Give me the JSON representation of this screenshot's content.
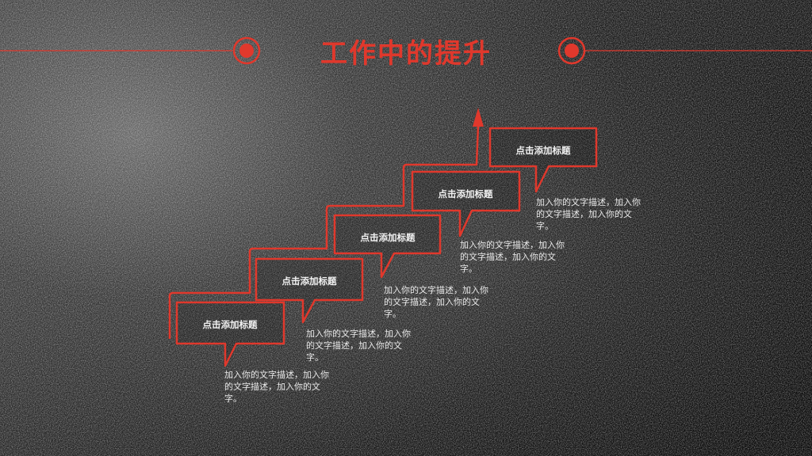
{
  "title": "工作中的提升",
  "colors": {
    "accent": "#e0382c",
    "text": "#e8e8e8",
    "background": "#1a1a1a"
  },
  "steps": [
    {
      "title": "点击添加标题",
      "description": "加入你的文字描述，加入你的文字描述，加入你的文字。"
    },
    {
      "title": "点击添加标题",
      "description": "加入你的文字描述，加入你的文字描述，加入你的文字。"
    },
    {
      "title": "点击添加标题",
      "description": "加入你的文字描述，加入你的文字描述，加入你的文字。"
    },
    {
      "title": "点击添加标题",
      "description": "加入你的文字描述，加入你的文字描述，加入你的文字。"
    },
    {
      "title": "点击添加标题",
      "description": "加入你的文字描述，加入你的文字描述，加入你的文字。"
    }
  ]
}
